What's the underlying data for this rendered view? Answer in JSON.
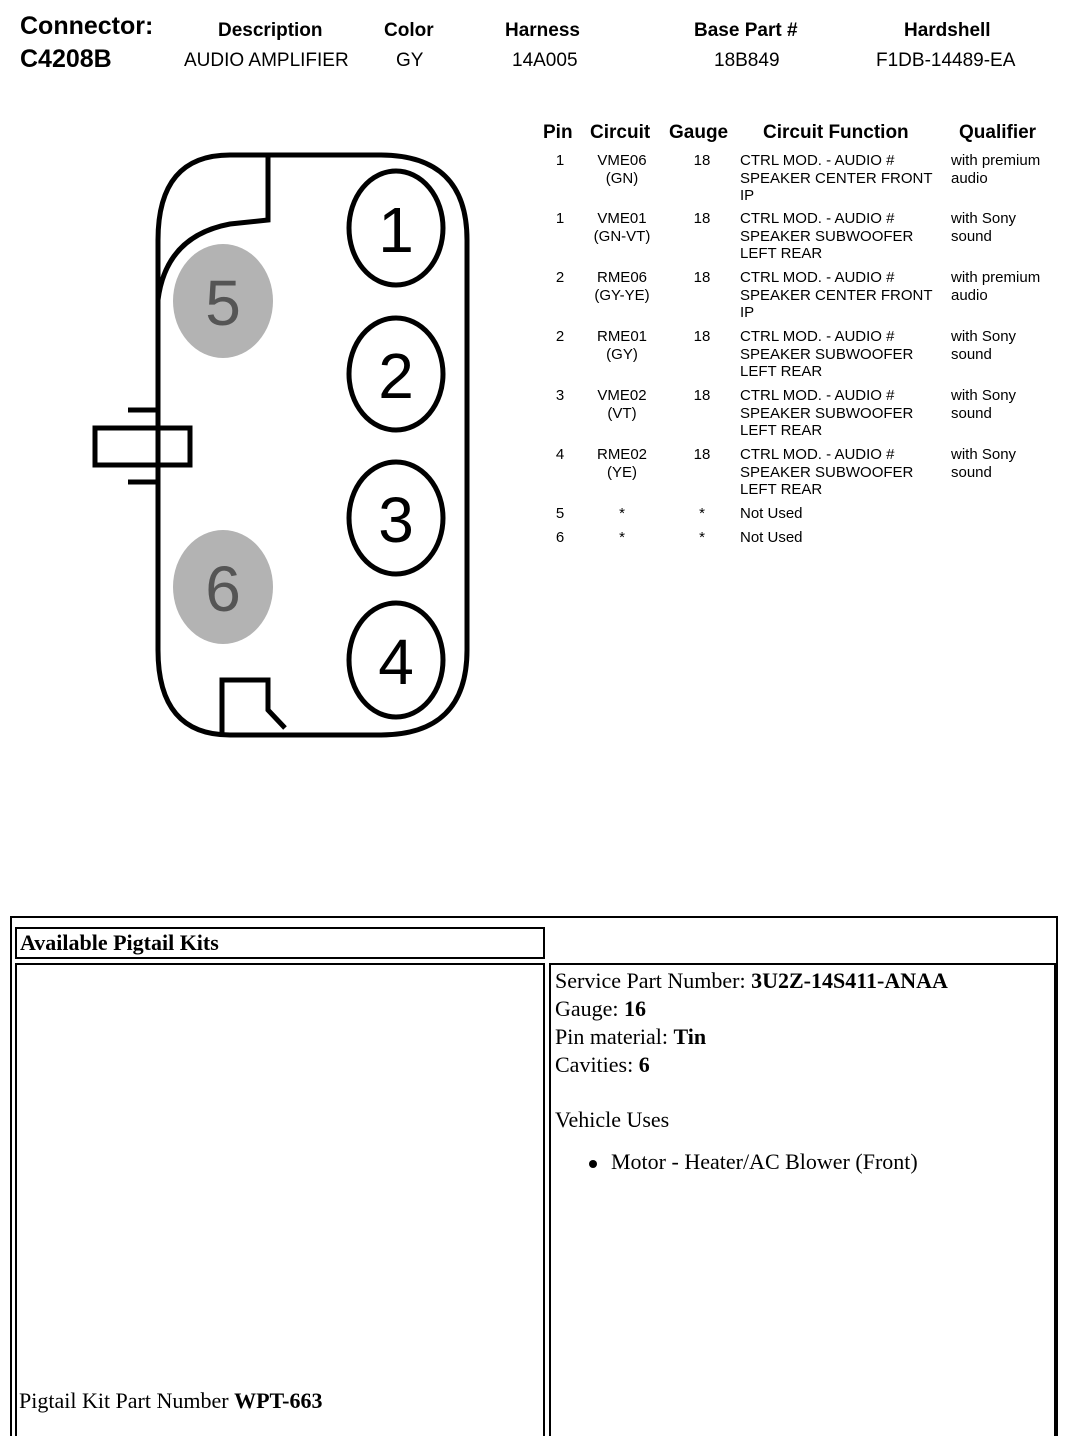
{
  "header": {
    "connector_label": "Connector:",
    "connector_value": "C4208B",
    "description_label": "Description",
    "description_value": "AUDIO AMPLIFIER",
    "color_label": "Color",
    "color_value": "GY",
    "harness_label": "Harness",
    "harness_value": "14A005",
    "base_part_label": "Base Part #",
    "base_part_value": "18B849",
    "hardshell_label": "Hardshell",
    "hardshell_value": "F1DB-14489-EA"
  },
  "pin_table": {
    "headers": {
      "pin": "Pin",
      "circuit": "Circuit",
      "gauge": "Gauge",
      "function": "Circuit Function",
      "qualifier": "Qualifier"
    },
    "rows": [
      {
        "pin": "1",
        "circuit": "VME06",
        "circuit_color": "(GN)",
        "gauge": "18",
        "func_1": "CTRL MOD. - AUDIO #",
        "func_2": "SPEAKER CENTER FRONT",
        "func_3": "IP",
        "qual_1": "with premium",
        "qual_2": "audio"
      },
      {
        "pin": "1",
        "circuit": "VME01",
        "circuit_color": "(GN-VT)",
        "gauge": "18",
        "func_1": "CTRL MOD. - AUDIO #",
        "func_2": "SPEAKER SUBWOOFER",
        "func_3": "LEFT REAR",
        "qual_1": "with Sony",
        "qual_2": "sound"
      },
      {
        "pin": "2",
        "circuit": "RME06",
        "circuit_color": "(GY-YE)",
        "gauge": "18",
        "func_1": "CTRL MOD. - AUDIO #",
        "func_2": "SPEAKER CENTER FRONT",
        "func_3": "IP",
        "qual_1": "with premium",
        "qual_2": "audio"
      },
      {
        "pin": "2",
        "circuit": "RME01",
        "circuit_color": "(GY)",
        "gauge": "18",
        "func_1": "CTRL MOD. - AUDIO #",
        "func_2": "SPEAKER SUBWOOFER",
        "func_3": "LEFT REAR",
        "qual_1": "with Sony",
        "qual_2": "sound"
      },
      {
        "pin": "3",
        "circuit": "VME02",
        "circuit_color": "(VT)",
        "gauge": "18",
        "func_1": "CTRL MOD. - AUDIO #",
        "func_2": "SPEAKER SUBWOOFER",
        "func_3": "LEFT REAR",
        "qual_1": "with Sony",
        "qual_2": "sound"
      },
      {
        "pin": "4",
        "circuit": "RME02",
        "circuit_color": "(YE)",
        "gauge": "18",
        "func_1": "CTRL MOD. - AUDIO #",
        "func_2": "SPEAKER SUBWOOFER",
        "func_3": "LEFT REAR",
        "qual_1": "with Sony",
        "qual_2": "sound"
      },
      {
        "pin": "5",
        "circuit": "*",
        "circuit_color": "",
        "gauge": "*",
        "func_1": "Not Used",
        "func_2": "",
        "func_3": "",
        "qual_1": "",
        "qual_2": ""
      },
      {
        "pin": "6",
        "circuit": "*",
        "circuit_color": "",
        "gauge": "*",
        "func_1": "Not Used",
        "func_2": "",
        "func_3": "",
        "qual_1": "",
        "qual_2": ""
      }
    ]
  },
  "diagram": {
    "cavity_1": "1",
    "cavity_2": "2",
    "cavity_3": "3",
    "cavity_4": "4",
    "cavity_5": "5",
    "cavity_6": "6",
    "unused_fill": "#b3b3b3"
  },
  "pigtail": {
    "title": "Available Pigtail Kits",
    "service_pn_label": "Service Part Number:",
    "service_pn_value": "3U2Z-14S411-ANAA",
    "gauge_label": "Gauge:",
    "gauge_value": "16",
    "pin_material_label": "Pin material:",
    "pin_material_value": "Tin",
    "cavities_label": "Cavities:",
    "cavities_value": "6",
    "vehicle_uses_label": "Vehicle Uses",
    "vehicle_uses": [
      "Motor - Heater/AC Blower (Front)"
    ],
    "kit_pn_label": "Pigtail Kit Part Number",
    "kit_pn_value": "WPT-663"
  }
}
